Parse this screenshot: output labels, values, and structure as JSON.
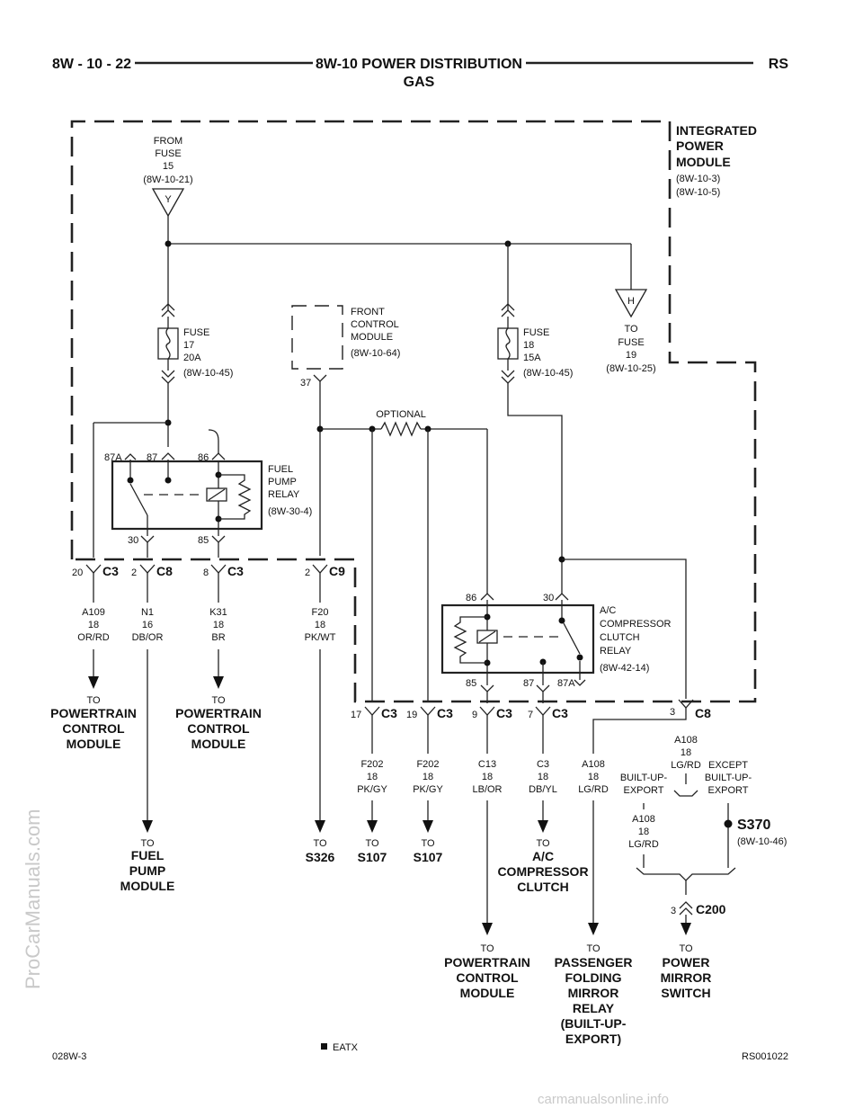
{
  "header": {
    "page_code": "8W - 10 - 22",
    "title_line1": "8W-10 POWER DISTRIBUTION",
    "title_line2": "GAS",
    "model": "RS"
  },
  "ipm": {
    "name_lines": [
      "INTEGRATED",
      "POWER",
      "MODULE"
    ],
    "refs": [
      "(8W-10-3)",
      "(8W-10-5)"
    ]
  },
  "source": {
    "lines": [
      "FROM",
      "FUSE",
      "15",
      "(8W-10-21)"
    ],
    "connector_letter": "Y"
  },
  "to_fuse19": {
    "letter": "H",
    "lines": [
      "TO",
      "FUSE",
      "19",
      "(8W-10-25)"
    ]
  },
  "fuse17": {
    "lines": [
      "FUSE",
      "17",
      "20A"
    ],
    "ref": "(8W-10-45)"
  },
  "fuse18": {
    "lines": [
      "FUSE",
      "18",
      "15A"
    ],
    "ref": "(8W-10-45)"
  },
  "fcm": {
    "lines": [
      "FRONT",
      "CONTROL",
      "MODULE"
    ],
    "ref": "(8W-10-64)",
    "pin": "37"
  },
  "optional_label": "OPTIONAL",
  "fuel_pump_relay": {
    "lines": [
      "FUEL",
      "PUMP",
      "RELAY"
    ],
    "ref": "(8W-30-4)",
    "pins": {
      "p87a": "87A",
      "p87": "87",
      "p86": "86",
      "p30": "30",
      "p85": "85"
    }
  },
  "ac_relay": {
    "lines": [
      "A/C",
      "COMPRESSOR",
      "CLUTCH",
      "RELAY"
    ],
    "ref": "(8W-42-14)",
    "pins": {
      "p86": "86",
      "p30": "30",
      "p85": "85",
      "p87": "87",
      "p87a": "87A"
    }
  },
  "connectors_top": [
    {
      "pin": "20",
      "name": "C3",
      "wire": [
        "A109",
        "18",
        "OR/RD"
      ]
    },
    {
      "pin": "2",
      "name": "C8",
      "wire": [
        "N1",
        "16",
        "DB/OR"
      ]
    },
    {
      "pin": "8",
      "name": "C3",
      "wire": [
        "K31",
        "18",
        "BR"
      ]
    },
    {
      "pin": "2",
      "name": "C9",
      "wire": [
        "F20",
        "18",
        "PK/WT"
      ]
    }
  ],
  "connectors_bottom": [
    {
      "pin": "17",
      "name": "C3",
      "wire": [
        "F202",
        "18",
        "PK/GY"
      ]
    },
    {
      "pin": "19",
      "name": "C3",
      "wire": [
        "F202",
        "18",
        "PK/GY"
      ]
    },
    {
      "pin": "9",
      "name": "C3",
      "wire": [
        "C13",
        "18",
        "LB/OR"
      ]
    },
    {
      "pin": "7",
      "name": "C3",
      "wire": [
        "C3",
        "18",
        "DB/YL"
      ]
    },
    {
      "pin": "3",
      "name": "C8",
      "wire": [
        "A108",
        "18",
        "LG/RD"
      ]
    }
  ],
  "a108_left_wire": [
    "A108",
    "18",
    "LG/RD"
  ],
  "a108_right_wire": [
    "A108",
    "18",
    "LG/RD"
  ],
  "builtup_export": [
    "BUILT-UP-",
    "EXPORT"
  ],
  "except_builtup": [
    "EXCEPT",
    "BUILT-UP-",
    "EXPORT"
  ],
  "s370": {
    "name": "S370",
    "ref": "(8W-10-46)"
  },
  "c200": {
    "pin": "3",
    "name": "C200"
  },
  "destinations": {
    "pcm_a": {
      "to": "TO",
      "lines": [
        "POWERTRAIN",
        "CONTROL",
        "MODULE"
      ]
    },
    "pcm_b": {
      "to": "TO",
      "lines": [
        "POWERTRAIN",
        "CONTROL",
        "MODULE"
      ]
    },
    "fuel_pump": {
      "to": "TO",
      "lines": [
        "FUEL",
        "PUMP",
        "MODULE"
      ]
    },
    "s326": {
      "to": "TO",
      "lines": [
        "S326"
      ]
    },
    "s107a": {
      "to": "TO",
      "lines": [
        "S107"
      ]
    },
    "s107b": {
      "to": "TO",
      "lines": [
        "S107"
      ]
    },
    "ac_clutch": {
      "to": "TO",
      "lines": [
        "A/C",
        "COMPRESSOR",
        "CLUTCH"
      ]
    },
    "pcm_c": {
      "to": "TO",
      "lines": [
        "POWERTRAIN",
        "CONTROL",
        "MODULE"
      ]
    },
    "passenger_mirror": {
      "to": "TO",
      "lines": [
        "PASSENGER",
        "FOLDING",
        "MIRROR",
        "RELAY",
        "(BUILT-UP-",
        "EXPORT)"
      ]
    },
    "power_mirror": {
      "to": "TO",
      "lines": [
        "POWER",
        "MIRROR",
        "SWITCH"
      ]
    }
  },
  "footer": {
    "left": "028W-3",
    "center": "EATX",
    "right": "RS001022"
  },
  "watermarks": {
    "side": "ProCarManuals.com",
    "bottom": "carmanualsonline.info"
  }
}
